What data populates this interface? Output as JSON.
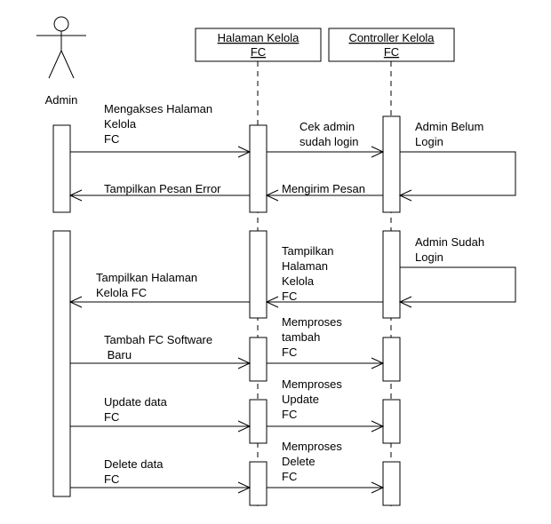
{
  "actor": {
    "name": "Admin"
  },
  "participants": [
    {
      "line1": "Halaman Kelola",
      "line2": "FC"
    },
    {
      "line1": "Controller Kelola",
      "line2": "FC"
    }
  ],
  "messages": [
    {
      "lines": [
        "Mengakses Halaman",
        "Kelola",
        "FC"
      ]
    },
    {
      "lines": [
        "Cek admin",
        "sudah login"
      ]
    },
    {
      "lines": [
        "Admin Belum",
        "Login"
      ]
    },
    {
      "lines": [
        "Mengirim Pesan"
      ]
    },
    {
      "lines": [
        "Tampilkan Pesan Error"
      ]
    },
    {
      "lines": [
        "Admin Sudah",
        "Login"
      ]
    },
    {
      "lines": [
        "Tampilkan",
        "Halaman",
        "Kelola",
        "FC"
      ]
    },
    {
      "lines": [
        "Tampilkan Halaman",
        "Kelola FC"
      ]
    },
    {
      "lines": [
        "Tambah FC Software",
        " Baru"
      ]
    },
    {
      "lines": [
        "Memproses",
        "tambah",
        "FC"
      ]
    },
    {
      "lines": [
        "Update data",
        "FC"
      ]
    },
    {
      "lines": [
        "Memproses",
        "Update",
        "FC"
      ]
    },
    {
      "lines": [
        "Delete data",
        "FC"
      ]
    },
    {
      "lines": [
        "Memproses",
        "Delete",
        "FC"
      ]
    }
  ]
}
